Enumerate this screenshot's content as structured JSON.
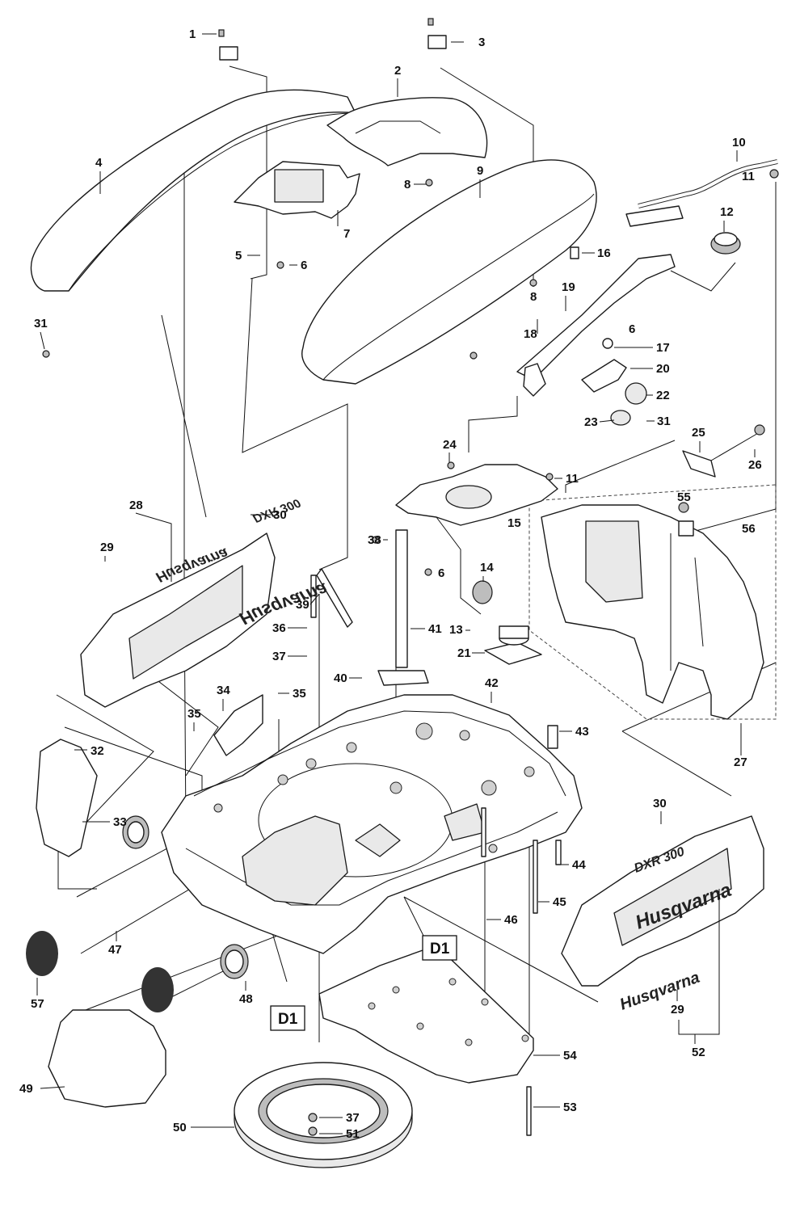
{
  "callouts": {
    "c1": "1",
    "c2": "2",
    "c3": "3",
    "c4": "4",
    "c5": "5",
    "c6a": "6",
    "c6b": "6",
    "c6c": "6",
    "c7": "7",
    "c8a": "8",
    "c8b": "8",
    "c9": "9",
    "c10": "10",
    "c11a": "11",
    "c11b": "11",
    "c12": "12",
    "c13": "13",
    "c14": "14",
    "c15": "15",
    "c16": "16",
    "c17": "17",
    "c18": "18",
    "c19": "19",
    "c20": "20",
    "c21": "21",
    "c22": "22",
    "c23": "23",
    "c24": "24",
    "c25": "25",
    "c26": "26",
    "c27": "27",
    "c28": "28",
    "c29a": "29",
    "c29b": "29",
    "c30a": "30",
    "c30b": "30",
    "c31a": "31",
    "c31b": "31",
    "c32": "32",
    "c33": "33",
    "c34": "34",
    "c35a": "35",
    "c35b": "35",
    "c36": "36",
    "c37a": "37",
    "c37b": "37",
    "c38": "38",
    "c39": "39",
    "c40": "40",
    "c41": "41",
    "c42": "42",
    "c43": "43",
    "c44": "44",
    "c45": "45",
    "c46": "46",
    "c47": "47",
    "c48": "48",
    "c49": "49",
    "c50": "50",
    "c51": "51",
    "c52": "52",
    "c53": "53",
    "c54": "54",
    "c55": "55",
    "c56": "56",
    "c57": "57"
  },
  "detail_markers": {
    "d1a": "D1",
    "d1b": "D1"
  },
  "decals": {
    "brand_right_large": "Husqvarna",
    "brand_right_small": "Husqvarna",
    "model_right": "DXR 300",
    "brand_left_large": "Husqvarna",
    "brand_left_small": "Husqvarna",
    "model_left": "DXR 300"
  },
  "colors": {
    "line": "#1a1a1a",
    "background": "#ffffff",
    "fill_light": "#e9e9e9",
    "fill_mid": "#bdbdbd"
  }
}
